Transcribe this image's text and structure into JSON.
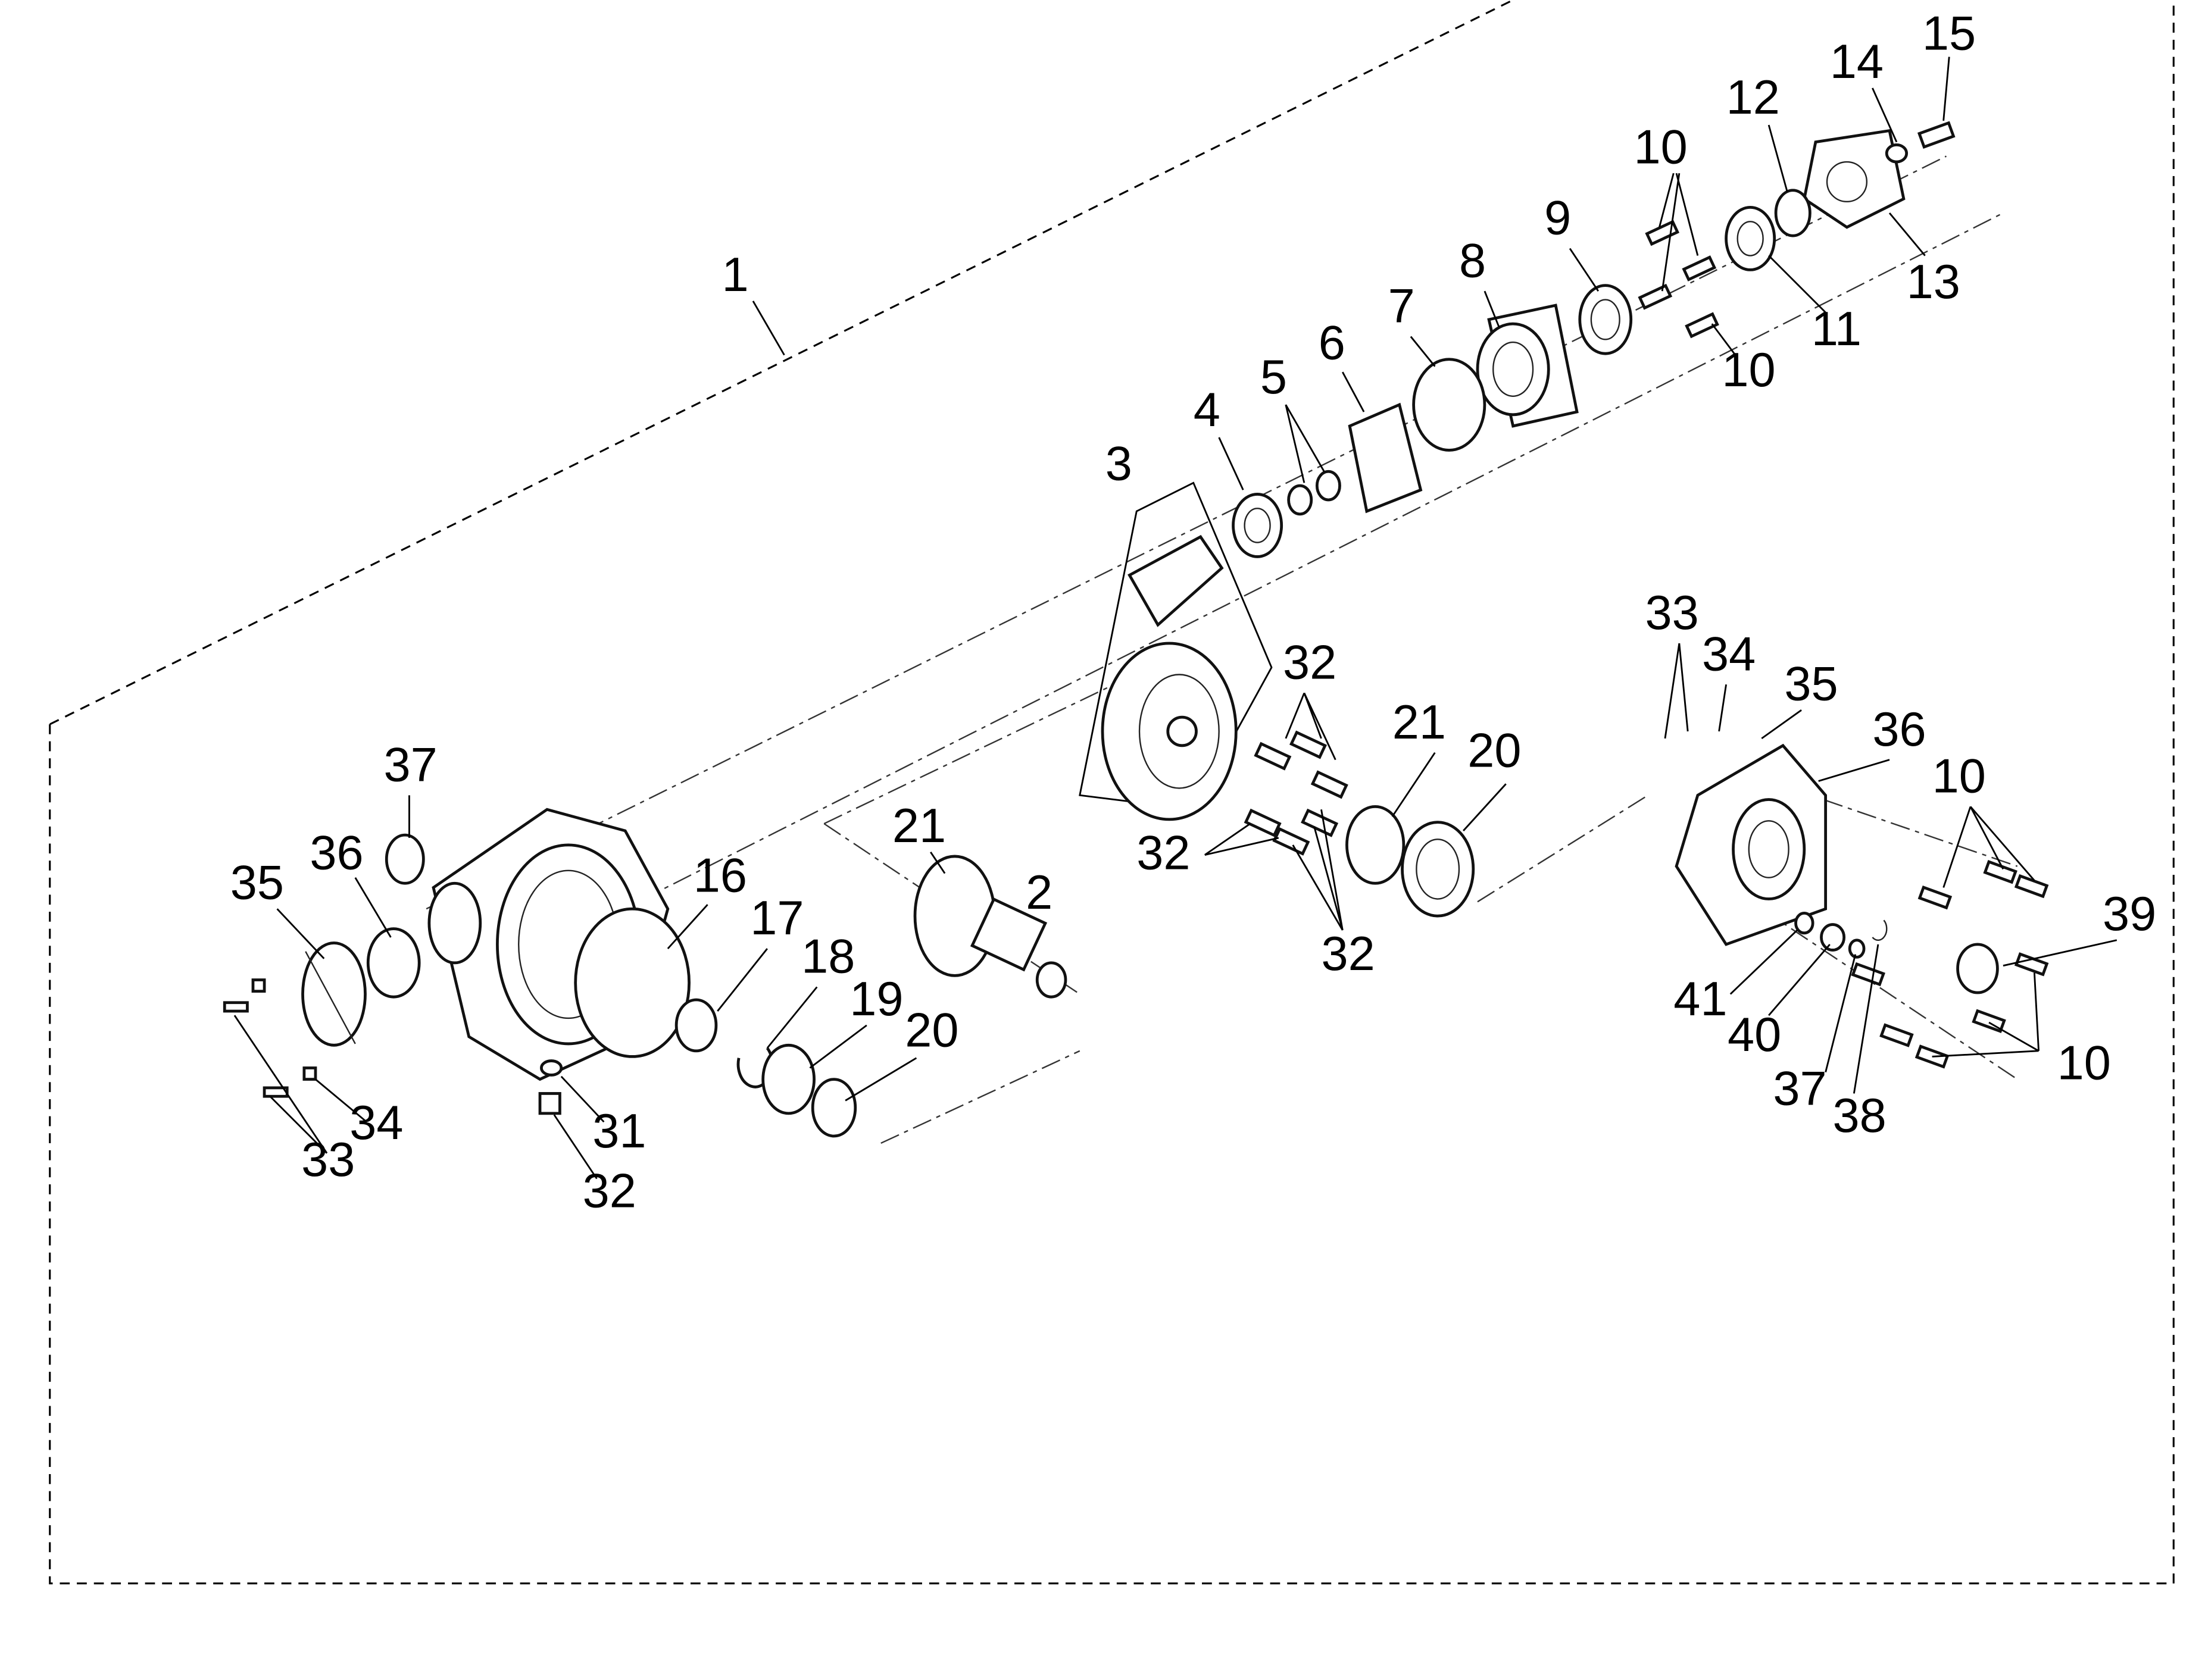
{
  "diagram": {
    "type": "exploded-parts-view",
    "assembly_callout": "1",
    "callouts": {
      "c1": "1",
      "c2": "2",
      "c3": "3",
      "c4": "4",
      "c5": "5",
      "c6": "6",
      "c7": "7",
      "c8": "8",
      "c9": "9",
      "c10a": "10",
      "c10b": "10",
      "c10c": "10",
      "c10d": "10",
      "c11": "11",
      "c12": "12",
      "c13": "13",
      "c14": "14",
      "c15": "15",
      "c16": "16",
      "c17": "17",
      "c18": "18",
      "c19": "19",
      "c20a": "20",
      "c20b": "20",
      "c21a": "21",
      "c21b": "21",
      "c31": "31",
      "c32a": "32",
      "c32b": "32",
      "c32c": "32",
      "c32d": "32",
      "c33a": "33",
      "c33b": "33",
      "c34a": "34",
      "c34b": "34",
      "c35a": "35",
      "c35b": "35",
      "c36a": "36",
      "c36b": "36",
      "c37a": "37",
      "c37b": "37",
      "c38": "38",
      "c39": "39",
      "c40": "40",
      "c41": "41"
    }
  }
}
